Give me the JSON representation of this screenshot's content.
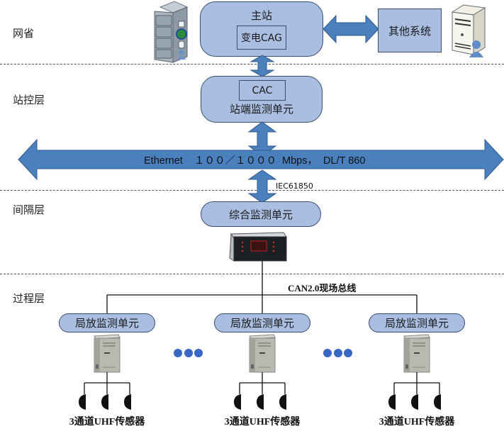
{
  "layers": {
    "province": "网省",
    "station_control": "站控层",
    "bay": "间隔层",
    "process": "过程层"
  },
  "master_station": {
    "title": "主站",
    "inner": "变电CAG"
  },
  "other_systems": "其他系统",
  "station_unit": {
    "inner": "CAC",
    "title": "站端监测单元"
  },
  "ethernet_bus": {
    "label_name": "Ethernet",
    "label_speed": "１００／１０００",
    "label_unit": "Mbps，",
    "label_protocol": "DL/T 860"
  },
  "protocol_label": "IEC61850",
  "integrated_unit": "综合监测单元",
  "fieldbus_label": "CAN2.0现场总线",
  "pd_units": [
    {
      "label": "局放监测单元",
      "sensor_label": "3通道UHF传感器"
    },
    {
      "label": "局放监测单元",
      "sensor_label": "3通道UHF传感器"
    },
    {
      "label": "局放监测单元",
      "sensor_label": "3通道UHF传感器"
    }
  ],
  "ellipsis_groups": 2,
  "colors": {
    "arrow_fill": "#4a80bd",
    "arrow_stroke": "#2f5a8c",
    "box_fill": "#a9bee0",
    "box_stroke": "#3a4d6b",
    "dot": "#3a66c4"
  }
}
